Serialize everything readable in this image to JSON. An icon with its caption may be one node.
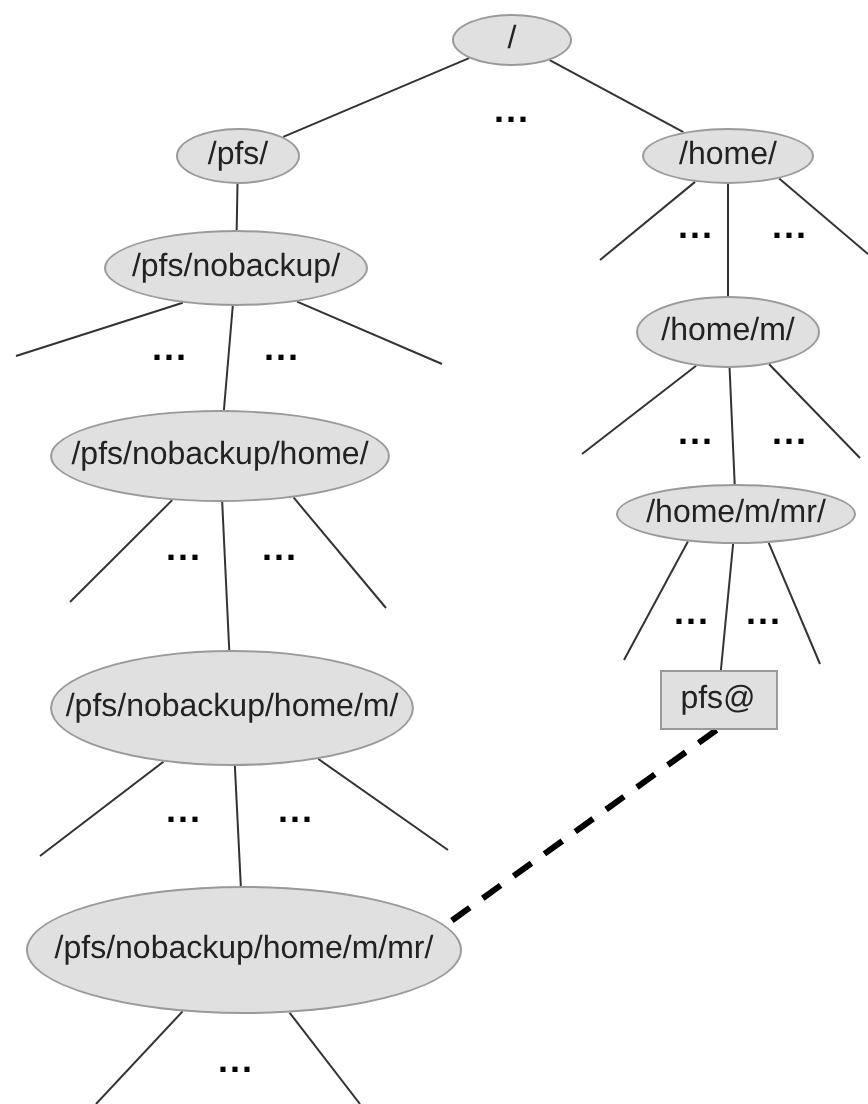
{
  "diagram": {
    "nodes": [
      {
        "text": [
          "/"
        ]
      },
      {
        "text": [
          "/pfs/"
        ]
      },
      {
        "text": [
          "/home/"
        ]
      },
      {
        "text": [
          "/pfs/nobackup/"
        ]
      },
      {
        "text": [
          "/home/m/"
        ]
      },
      {
        "text": [
          "/pfs/nobackup/home/"
        ]
      },
      {
        "text": [
          "/home/m/mr/"
        ]
      },
      {
        "text": [
          "/pfs/nobackup/home/m/"
        ]
      },
      {
        "text": [
          "pfs@"
        ]
      },
      {
        "text": [
          "/pfs/nobackup/home/m/mr/"
        ]
      }
    ],
    "edges": [
      {
        "from": 0,
        "to": 1,
        "arrow": "none"
      },
      {
        "from": 0,
        "to": 2,
        "arrow": "none"
      },
      {
        "from": 1,
        "to": 3,
        "arrow": "none"
      },
      {
        "from": 2,
        "to": 4,
        "arrow": "none"
      },
      {
        "from": 3,
        "to": 5,
        "arrow": "none"
      },
      {
        "from": 4,
        "to": 6,
        "arrow": "none"
      },
      {
        "from": 5,
        "to": 7,
        "arrow": "none"
      },
      {
        "from": 6,
        "to": 8,
        "arrow": "none"
      },
      {
        "from": 7,
        "to": 9,
        "arrow": "none"
      },
      {
        "from": 8,
        "to": 9,
        "arrow": "none",
        "style": "dashed"
      },
      {
        "from": 2,
        "to": null,
        "arrow": "none"
      },
      {
        "from": 2,
        "to": null,
        "arrow": "none"
      },
      {
        "from": 3,
        "to": null,
        "arrow": "none"
      },
      {
        "from": 3,
        "to": null,
        "arrow": "none"
      },
      {
        "from": 4,
        "to": null,
        "arrow": "none"
      },
      {
        "from": 4,
        "to": null,
        "arrow": "none"
      },
      {
        "from": 5,
        "to": null,
        "arrow": "none"
      },
      {
        "from": 5,
        "to": null,
        "arrow": "none"
      },
      {
        "from": 6,
        "to": null,
        "arrow": "none"
      },
      {
        "from": 6,
        "to": null,
        "arrow": "none"
      },
      {
        "from": 7,
        "to": null,
        "arrow": "none"
      },
      {
        "from": 7,
        "to": null,
        "arrow": "none"
      },
      {
        "from": 9,
        "to": null,
        "arrow": "none"
      },
      {
        "from": 9,
        "to": null,
        "arrow": "none"
      }
    ],
    "labels": [
      "...",
      "...",
      "...",
      "...",
      "...",
      "...",
      "...",
      "...",
      "...",
      "...",
      "...",
      "...",
      "...",
      "..."
    ]
  }
}
